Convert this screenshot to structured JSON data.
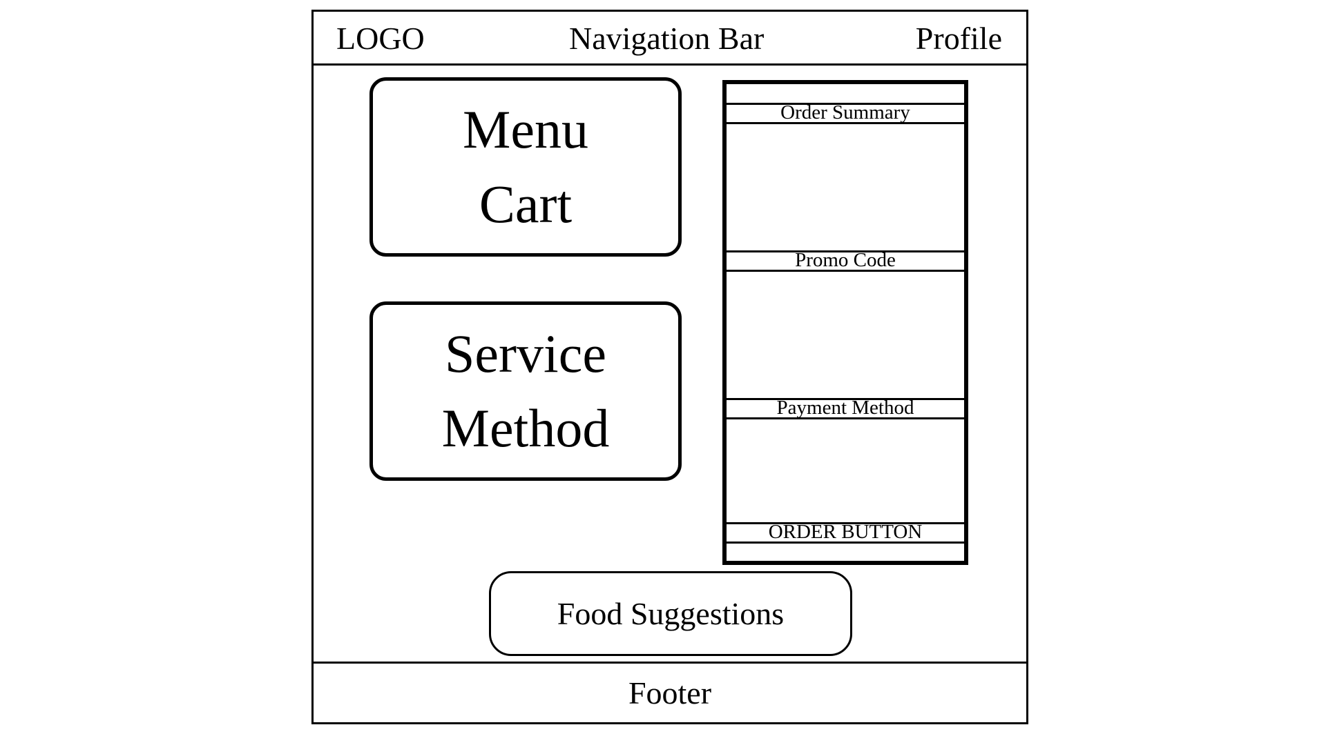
{
  "header": {
    "logo": "LOGO",
    "navigation": "Navigation Bar",
    "profile": "Profile"
  },
  "main": {
    "menu_cart": [
      "Menu",
      "Cart"
    ],
    "service_method": [
      "Service",
      "Method"
    ],
    "order_panel": {
      "order_summary": "Order Summary",
      "promo_code": "Promo Code",
      "payment_method": "Payment Method",
      "order_button": "ORDER BUTTON"
    },
    "food_suggestions": "Food Suggestions"
  },
  "footer": {
    "label": "Footer"
  }
}
